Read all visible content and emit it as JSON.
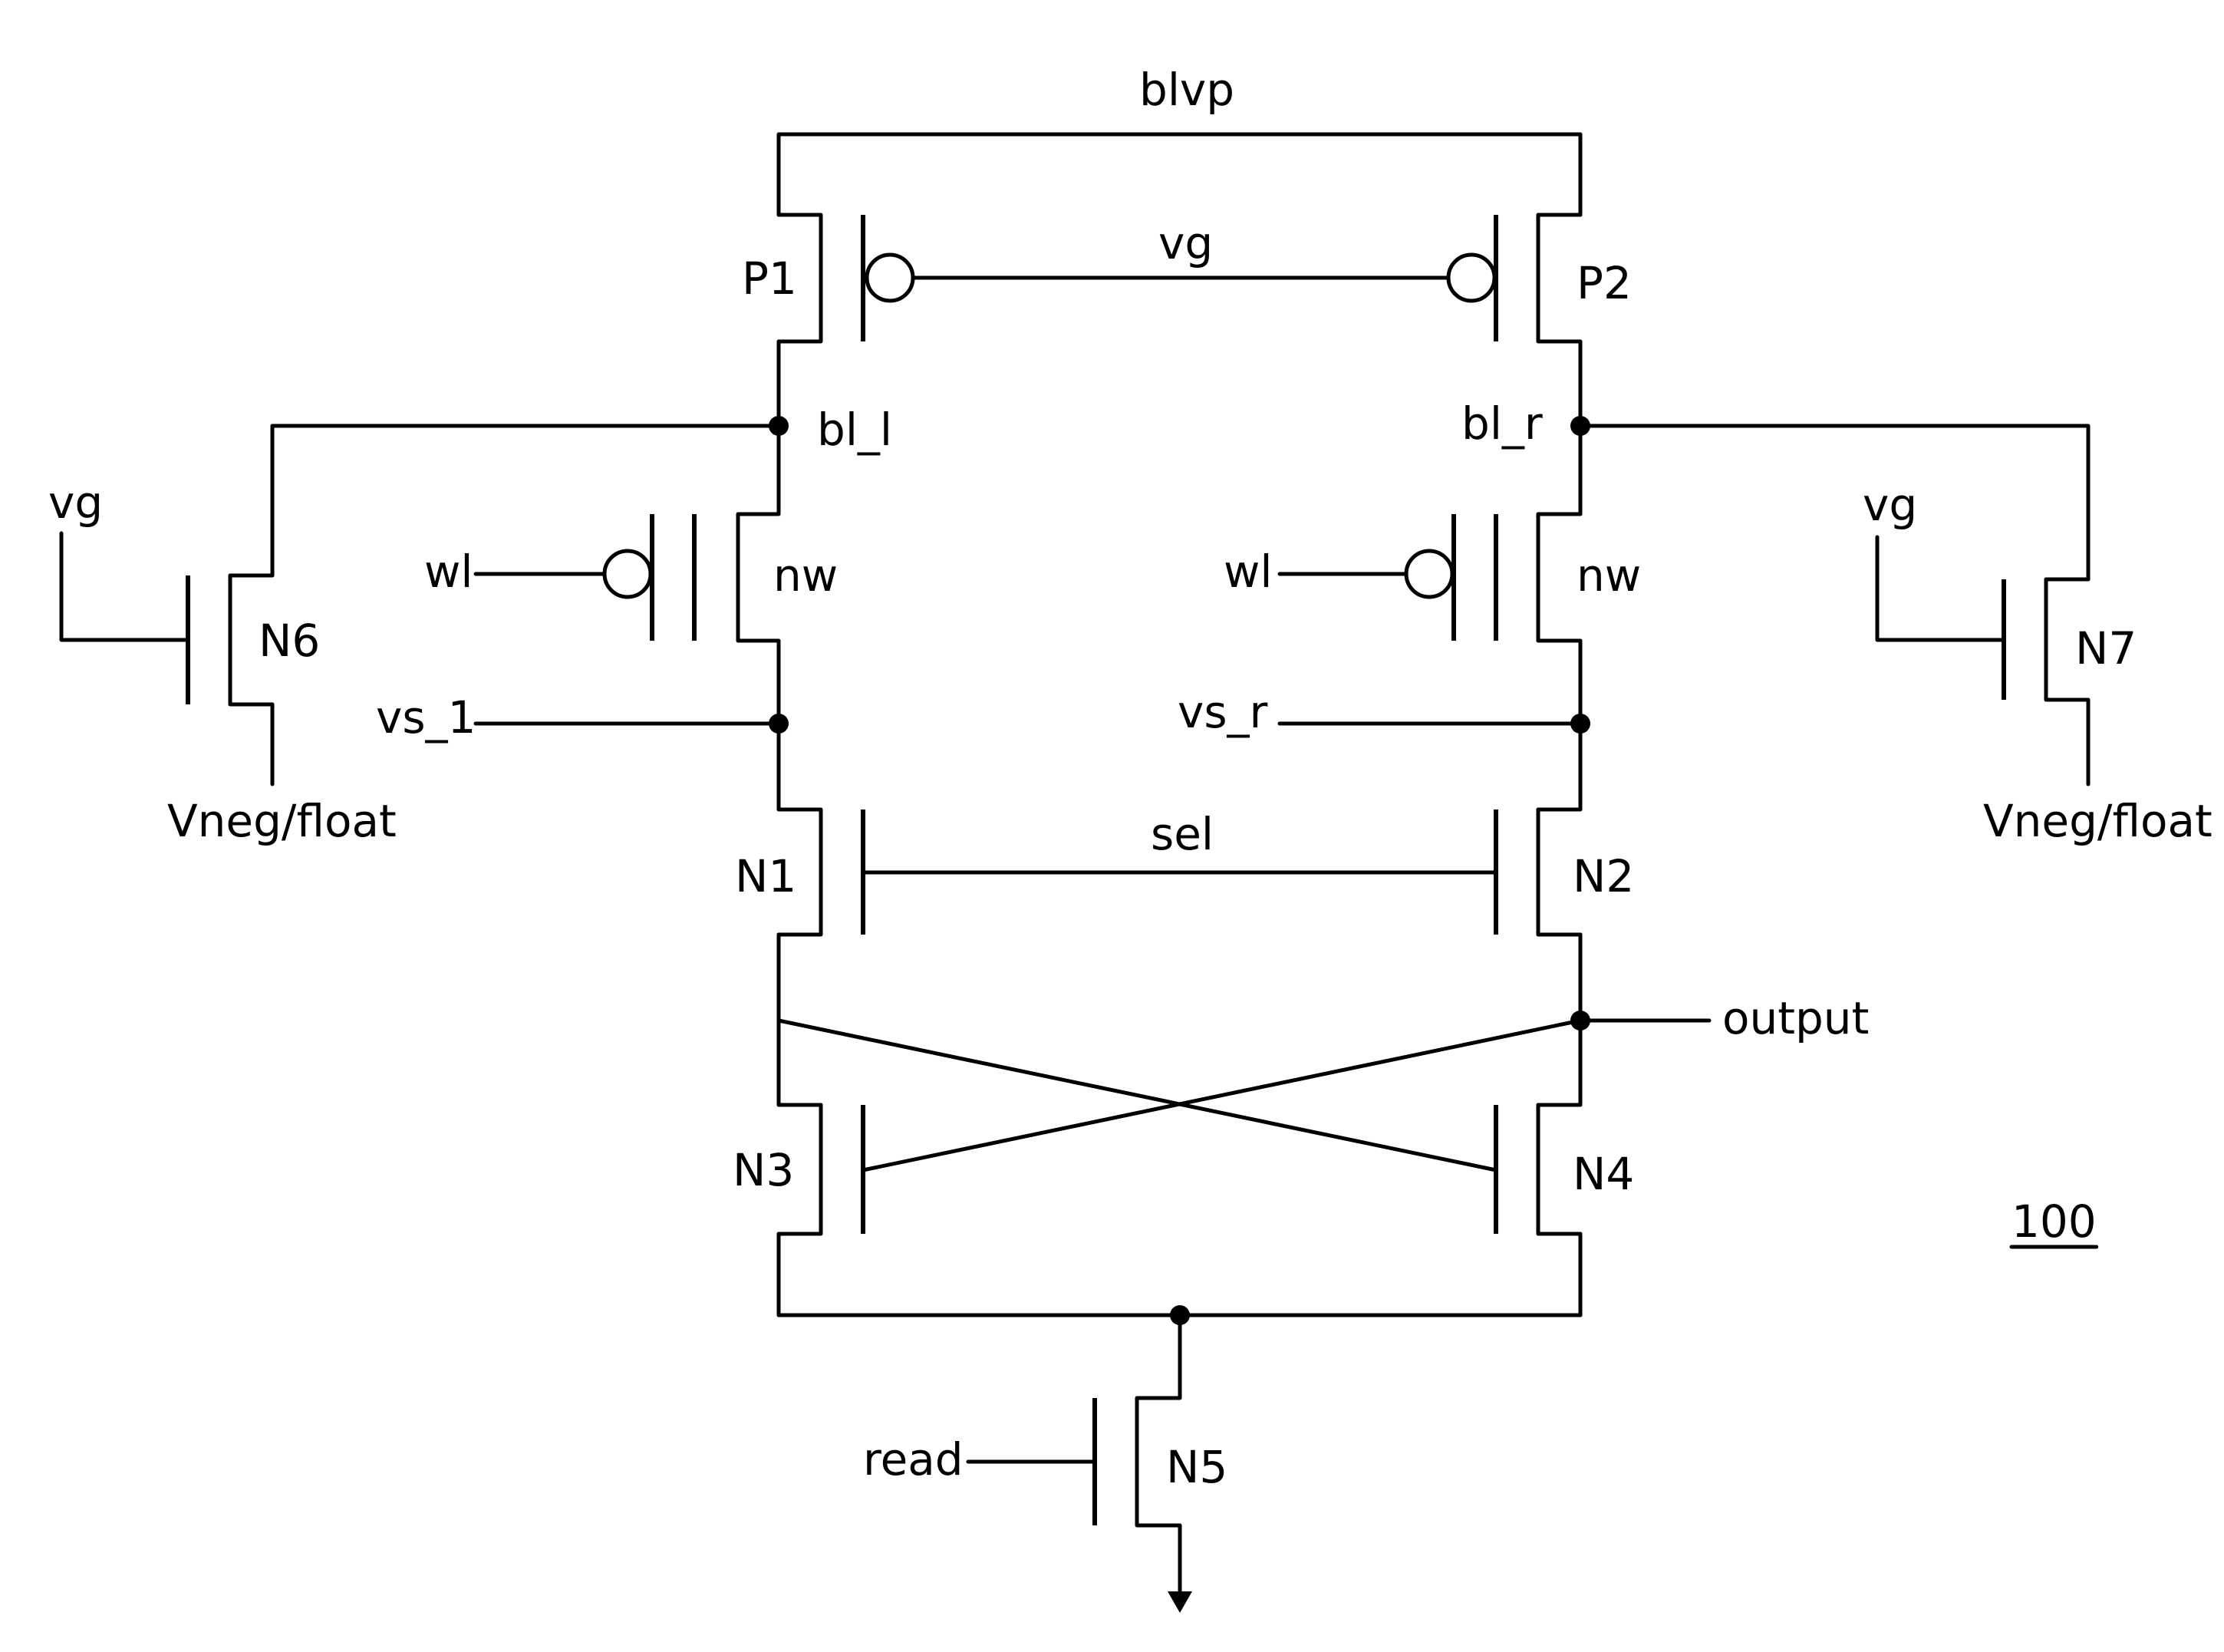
{
  "figure_number": "100",
  "nets": {
    "blvp": "blvp",
    "vg_top": "vg",
    "bl_l": "bl_l",
    "bl_r": "bl_r",
    "vg_left": "vg",
    "vg_right": "vg",
    "wl_left": "wl",
    "wl_right": "wl",
    "nw_left": "nw",
    "nw_right": "nw",
    "vs_l": "vs_1",
    "vs_r": "vs_r",
    "vneg_left": "Vneg/float",
    "vneg_right": "Vneg/float",
    "sel": "sel",
    "output": "output",
    "read": "read"
  },
  "transistors": {
    "p1": "P1",
    "p2": "P2",
    "n1": "N1",
    "n2": "N2",
    "n3": "N3",
    "n4": "N4",
    "n5": "N5",
    "n6": "N6",
    "n7": "N7"
  }
}
